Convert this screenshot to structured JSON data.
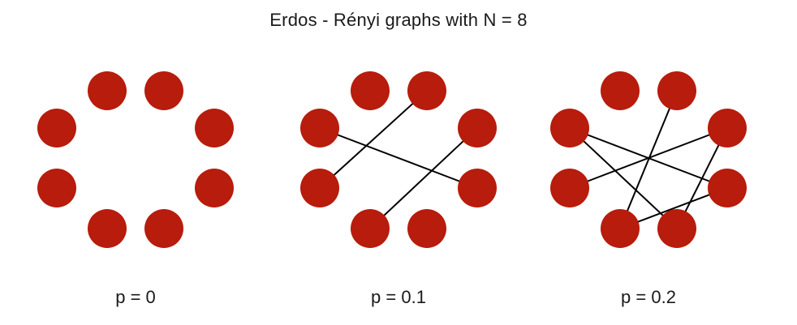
{
  "title": "Erdos - Rényi graphs with N = 8",
  "node_color": "#b71c0c",
  "edge_color": "#000000",
  "graphs": [
    {
      "label": "p = 0",
      "edges": []
    },
    {
      "label": "p = 0.1",
      "edges": [
        [
          1,
          6
        ],
        [
          2,
          5
        ],
        [
          3,
          7
        ]
      ]
    },
    {
      "label": "p = 0.2",
      "edges": [
        [
          1,
          5
        ],
        [
          2,
          6
        ],
        [
          3,
          5
        ],
        [
          4,
          7
        ],
        [
          4,
          2
        ],
        [
          7,
          3
        ]
      ]
    }
  ]
}
